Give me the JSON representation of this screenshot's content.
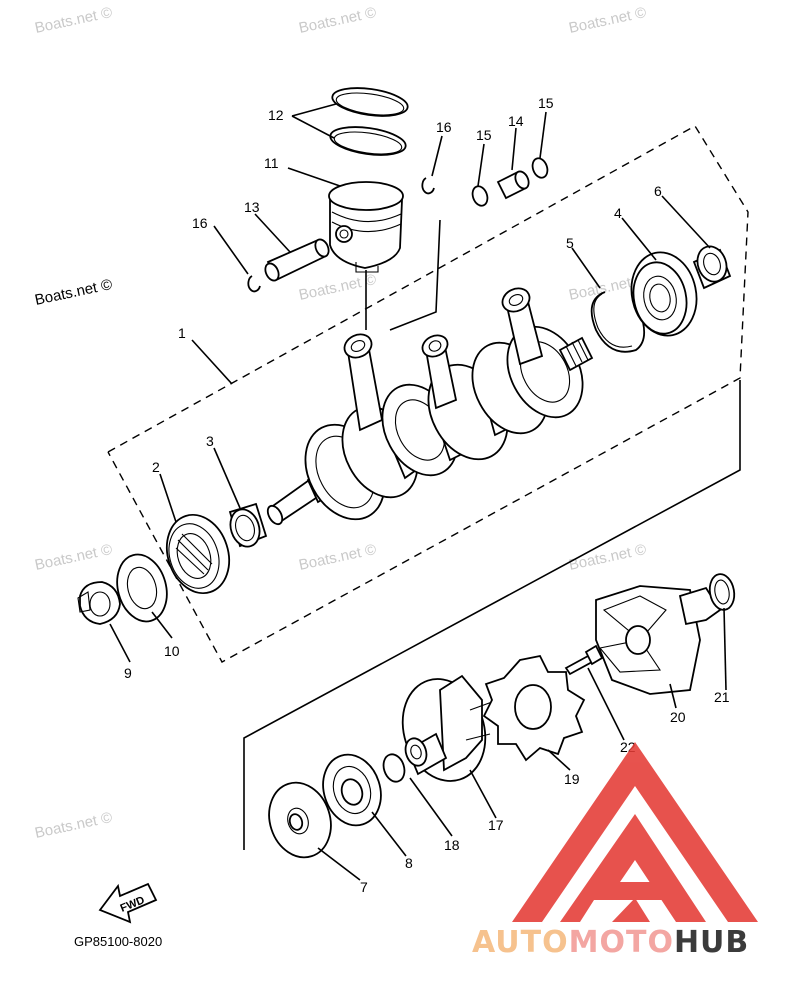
{
  "diagram": {
    "part_code": "GP85100-8020",
    "fwd_label": "FWD",
    "watermarks": [
      "Boats.net ©",
      "Boats.net ©",
      "Boats.net ©",
      "Boats.net ©",
      "Boats.net ©",
      "Boats.net ©",
      "Boats.net ©",
      "Boats.net ©",
      "Boats.net ©",
      "Boats.net ©"
    ],
    "brand": {
      "part1": "AUTO",
      "part2": "MOTO",
      "part3": "HUB",
      "color1": "#f6c28e",
      "color2": "#f3a6a2",
      "color3": "#3b3b3b",
      "logo_color": "#e43b35"
    },
    "callouts": [
      "1",
      "2",
      "3",
      "4",
      "5",
      "6",
      "7",
      "8",
      "9",
      "10",
      "11",
      "12",
      "13",
      "14",
      "15",
      "15",
      "16",
      "16",
      "17",
      "18",
      "19",
      "20",
      "21",
      "22"
    ]
  }
}
